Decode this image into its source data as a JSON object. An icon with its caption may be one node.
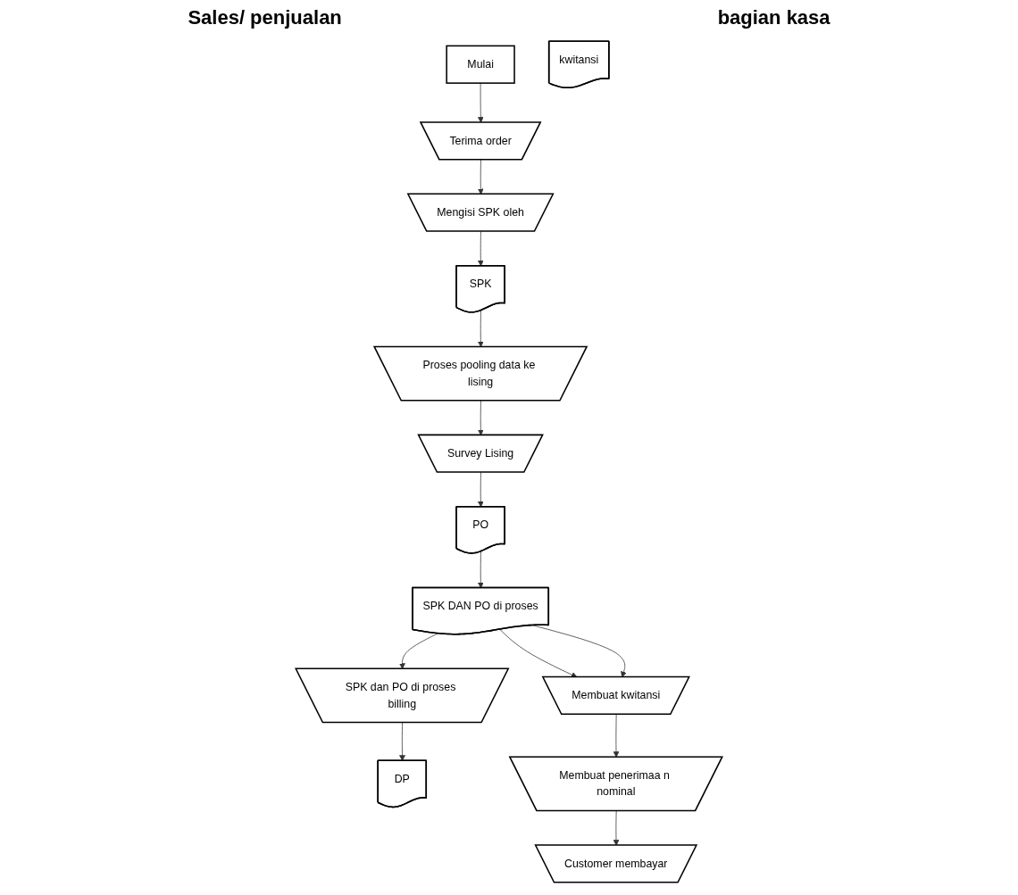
{
  "diagram": {
    "nodes": [
      {
        "text": [
          "Mulai"
        ]
      },
      {
        "text": [
          "Terima order"
        ]
      },
      {
        "text": [
          "Mengisi SPK oleh"
        ]
      },
      {
        "text": [
          "SPK"
        ]
      },
      {
        "text": [
          "Proses pooling data ke lising"
        ]
      },
      {
        "text": [
          "Survey Lising"
        ]
      },
      {
        "text": [
          "PO"
        ]
      },
      {
        "text": [
          "SPK DAN PO di proses"
        ]
      },
      {
        "text": [
          "SPK dan PO di proses billing"
        ]
      },
      {
        "text": [
          "DP"
        ]
      },
      {
        "text": [
          "kwitansi"
        ]
      },
      {
        "text": [
          "Membuat kwitansi"
        ]
      },
      {
        "text": [
          "Membuat penerimaa n nominal"
        ]
      },
      {
        "text": [
          "Customer membayar"
        ]
      }
    ],
    "edges": [
      {
        "from": 0,
        "to": 1,
        "arrow": "to"
      },
      {
        "from": 1,
        "to": 2,
        "arrow": "to"
      },
      {
        "from": 2,
        "to": 3,
        "arrow": "to"
      },
      {
        "from": 3,
        "to": 4,
        "arrow": "to"
      },
      {
        "from": 4,
        "to": 5,
        "arrow": "to"
      },
      {
        "from": 5,
        "to": 6,
        "arrow": "to"
      },
      {
        "from": 6,
        "to": 7,
        "arrow": "to"
      },
      {
        "from": 7,
        "to": 11,
        "arrow": "to"
      },
      {
        "from": 7,
        "to": 11,
        "arrow": "to"
      },
      {
        "from": 7,
        "to": 8,
        "arrow": "to"
      },
      {
        "from": 8,
        "to": 9,
        "arrow": "to"
      },
      {
        "from": 11,
        "to": 12,
        "arrow": "to"
      },
      {
        "from": 12,
        "to": 13,
        "arrow": "to"
      }
    ],
    "labels": [
      "Sales/ penjualan",
      "bagian kasa"
    ]
  }
}
